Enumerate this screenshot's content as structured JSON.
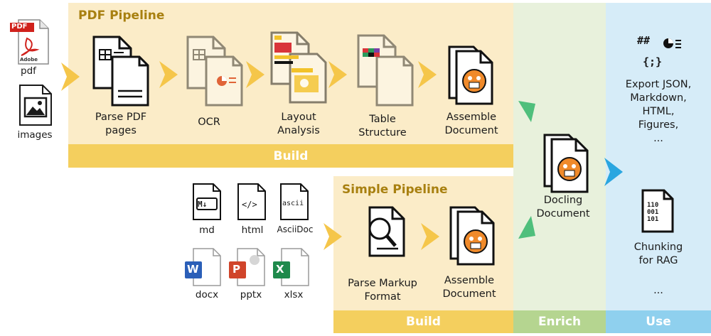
{
  "panels": {
    "pdf_title": "PDF Pipeline",
    "simple_title": "Simple Pipeline",
    "pdf_build": "Build",
    "simple_build": "Build",
    "enrich": "Enrich",
    "use": "Use"
  },
  "inputs": {
    "pdf": "pdf",
    "images": "images",
    "pdf_icon_text": "PDF",
    "adobe_text": "Adobe"
  },
  "pdf_steps": {
    "parse_line1": "Parse PDF",
    "parse_line2": "pages",
    "ocr": "OCR",
    "layout_line1": "Layout",
    "layout_line2": "Analysis",
    "table_line1": "Table",
    "table_line2": "Structure",
    "assemble_line1": "Assemble",
    "assemble_line2": "Document"
  },
  "formats": {
    "md": "md",
    "html": "html",
    "asciidoc": "AsciiDoc",
    "ascii_icon": "ascii",
    "docx": "docx",
    "pptx": "pptx",
    "xlsx": "xlsx",
    "md_icon": "M↓",
    "html_icon": "</>",
    "word_letter": "W",
    "ppt_letter": "P",
    "excel_letter": "X"
  },
  "simple_steps": {
    "parse_line1": "Parse Markup",
    "parse_line2": "Format",
    "assemble_line1": "Assemble",
    "assemble_line2": "Document"
  },
  "docling": {
    "line1": "Docling",
    "line2": "Document"
  },
  "use": {
    "hash_icon": "##",
    "braces_icon": "{;}",
    "export_lines": [
      "Export JSON,",
      "Markdown,",
      "HTML,",
      "Figures,",
      "..."
    ],
    "binary_icon_lines": [
      "110",
      "001",
      "101"
    ],
    "chunk_line1": "Chunking",
    "chunk_line2": "for RAG",
    "ellipsis": "..."
  },
  "colors": {
    "pipeline_bg": "#fbecc8",
    "build_bar": "#f4cf5e",
    "enrich_bg": "#e8f1dc",
    "enrich_bar": "#b5d590",
    "use_bg": "#d6ecf8",
    "use_bar": "#8fd0ee",
    "title_gold": "#a88010",
    "arrow_gold": "#f5c64a",
    "arrow_green": "#4fbf7c",
    "arrow_blue": "#2aa6e0"
  }
}
